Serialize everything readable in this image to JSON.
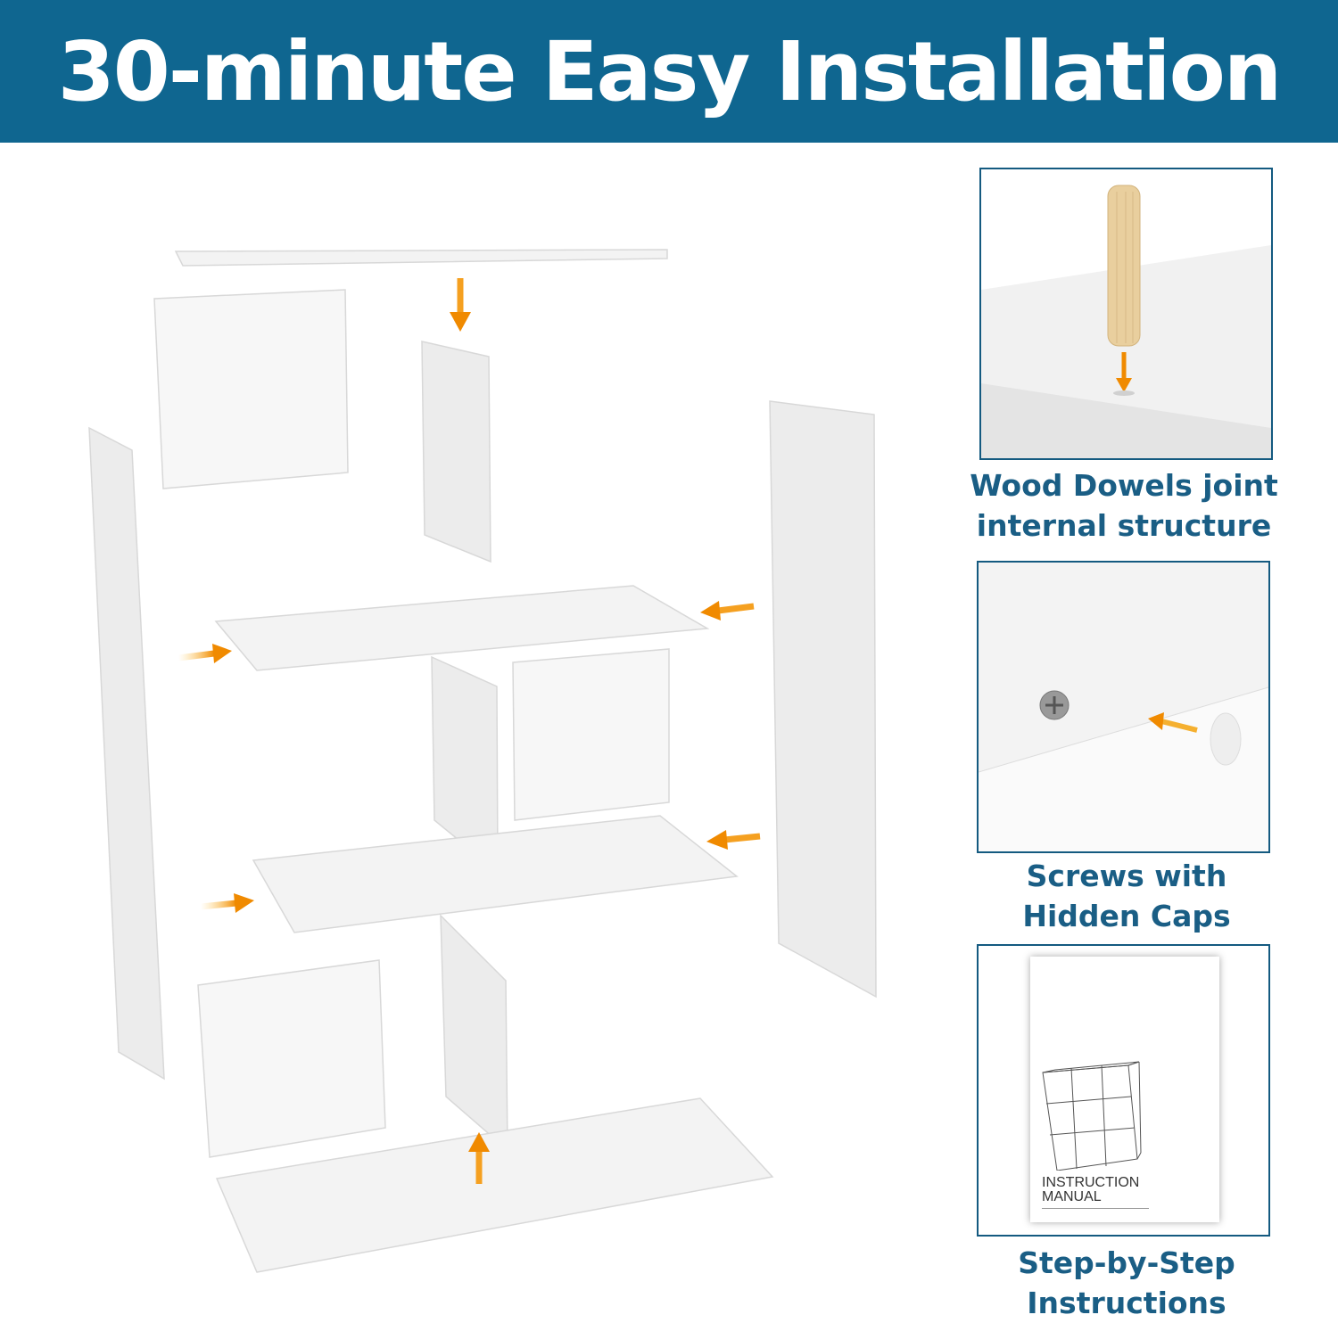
{
  "header": {
    "title": "30-minute Easy Installation"
  },
  "features": [
    {
      "caption_line1": "Wood Dowels joint",
      "caption_line2": "internal structure",
      "icon": "wood-dowel"
    },
    {
      "caption_line1": "Screws with",
      "caption_line2": "Hidden Caps",
      "icon": "screw-cap"
    },
    {
      "caption_line1": "Step-by-Step",
      "caption_line2": "Instructions",
      "icon": "instruction-manual"
    }
  ],
  "manual": {
    "line1": "INSTRUCTION",
    "line2": "MANUAL"
  },
  "colors": {
    "header": "#0f6690",
    "caption": "#1a5e85",
    "arrow": "#f29a10"
  }
}
